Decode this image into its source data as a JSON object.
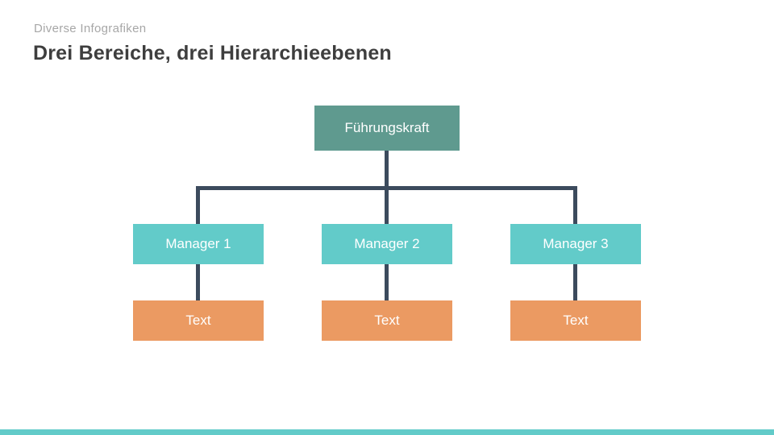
{
  "header": {
    "eyebrow": "Diverse Infografiken",
    "title": "Drei Bereiche, drei Hierarchieebenen"
  },
  "chart_data": {
    "type": "org-chart",
    "levels": 3,
    "root": {
      "label": "Führungskraft"
    },
    "managers": [
      {
        "label": "Manager 1"
      },
      {
        "label": "Manager 2"
      },
      {
        "label": "Manager 3"
      }
    ],
    "leaves": [
      {
        "label": "Text"
      },
      {
        "label": "Text"
      },
      {
        "label": "Text"
      }
    ]
  },
  "colors": {
    "root_box": "#5f9a8f",
    "manager_box": "#62cbc9",
    "leaf_box": "#eb9a62",
    "connector_line": "#3c4b5d",
    "title_text": "#3e3e3e",
    "eyebrow_text": "#a7a7a7",
    "node_text": "#ffffff",
    "footer_bar": "#62cbc9",
    "background": "#ffffff"
  }
}
